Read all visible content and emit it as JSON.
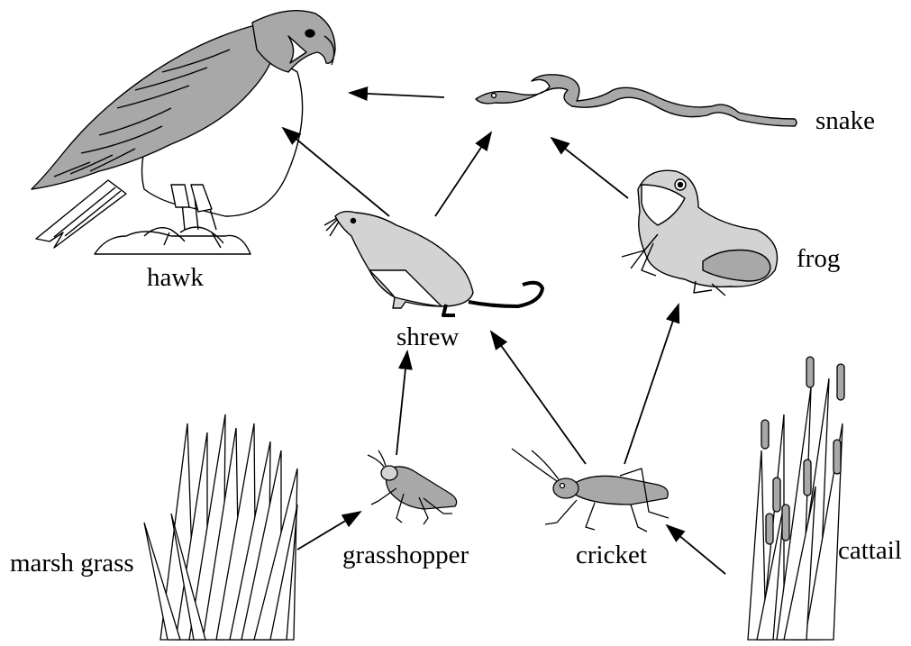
{
  "organisms": {
    "hawk": "hawk",
    "snake": "snake",
    "frog": "frog",
    "shrew": "shrew",
    "marsh_grass": "marsh grass",
    "grasshopper": "grasshopper",
    "cricket": "cricket",
    "cattail": "cattail"
  },
  "energy_flow": [
    {
      "from": "snake",
      "to": "hawk"
    },
    {
      "from": "shrew",
      "to": "hawk"
    },
    {
      "from": "shrew",
      "to": "snake"
    },
    {
      "from": "frog",
      "to": "snake"
    },
    {
      "from": "grasshopper",
      "to": "shrew"
    },
    {
      "from": "cricket",
      "to": "shrew"
    },
    {
      "from": "cricket",
      "to": "frog"
    },
    {
      "from": "marsh_grass",
      "to": "grasshopper"
    },
    {
      "from": "cattail",
      "to": "cricket"
    }
  ],
  "colors": {
    "ink": "#000000",
    "animal_shade": "#a8a8a8",
    "animal_light": "#d3d3d3",
    "background": "#ffffff"
  }
}
